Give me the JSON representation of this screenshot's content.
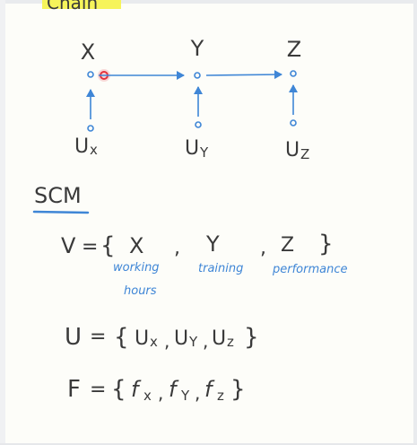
{
  "title": "Chain",
  "graph": {
    "nodes": [
      "X",
      "Y",
      "Z"
    ],
    "noise_nodes": [
      {
        "base": "U",
        "sub": "x"
      },
      {
        "base": "U",
        "sub": "Y"
      },
      {
        "base": "U",
        "sub": "Z"
      }
    ]
  },
  "scm": {
    "heading": "SCM",
    "V": {
      "lhs": "V",
      "eq": "=",
      "open": "{",
      "close": "}",
      "sep": ",",
      "vars": [
        {
          "symbol": "X",
          "note_lines": [
            "working",
            "hours"
          ]
        },
        {
          "symbol": "Y",
          "note_lines": [
            "training"
          ]
        },
        {
          "symbol": "Z",
          "note_lines": [
            "performance"
          ]
        }
      ]
    },
    "U": {
      "lhs": "U",
      "eq": "=",
      "open": "{",
      "close": "}",
      "sep": ",",
      "items": [
        {
          "base": "U",
          "sub": "x"
        },
        {
          "base": "U",
          "sub": "Y"
        },
        {
          "base": "U",
          "sub": "z"
        }
      ]
    },
    "F": {
      "lhs": "F",
      "eq": "=",
      "open": "{",
      "close": "}",
      "sep": ",",
      "items": [
        {
          "base": "f",
          "sub": "x"
        },
        {
          "base": "f",
          "sub": "Y"
        },
        {
          "base": "f",
          "sub": "z"
        }
      ]
    }
  },
  "colors": {
    "ink": "#3a3a3a",
    "accent_blue": "#3f86d6",
    "highlight_yellow": "#f6f45a",
    "marker_red": "#e2343e"
  }
}
